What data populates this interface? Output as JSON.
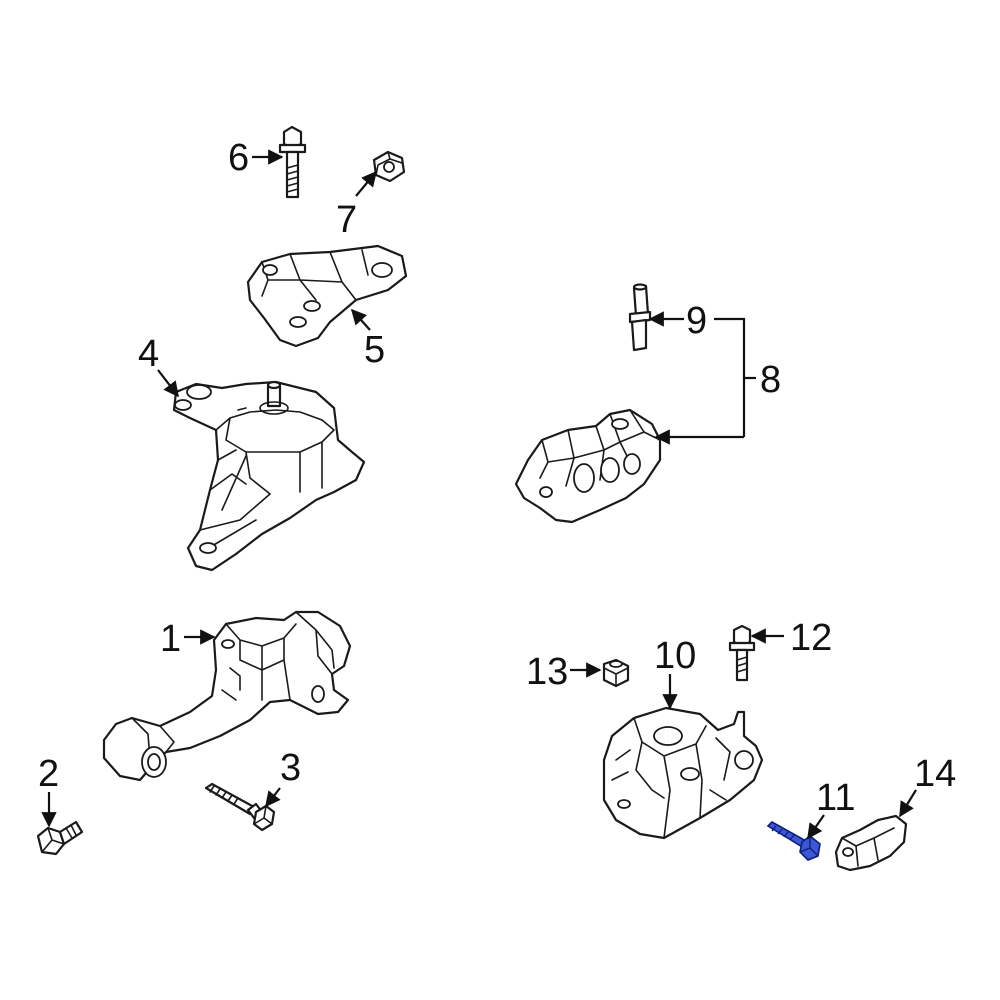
{
  "callouts": {
    "c1": "1",
    "c2": "2",
    "c3": "3",
    "c4": "4",
    "c5": "5",
    "c6": "6",
    "c7": "7",
    "c8": "8",
    "c9": "9",
    "c10": "10",
    "c11": "11",
    "c12": "12",
    "c13": "13",
    "c14": "14"
  },
  "colors": {
    "line": "#1a1a1a",
    "highlight": "#3b57d6"
  },
  "highlighted_part": "11"
}
